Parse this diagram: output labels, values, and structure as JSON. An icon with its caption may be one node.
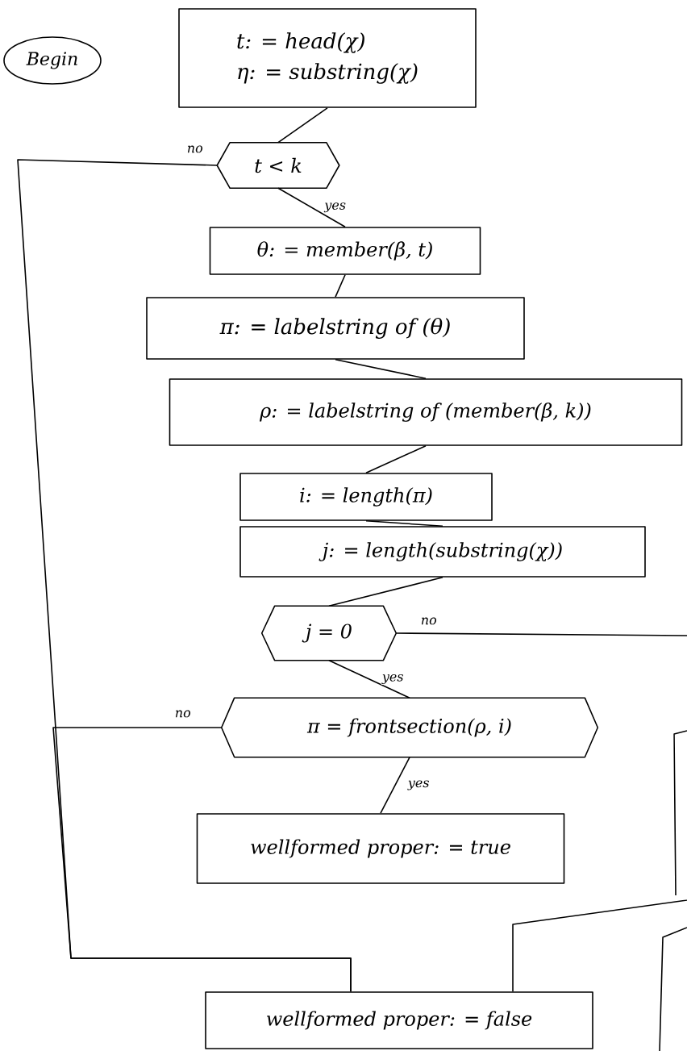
{
  "diagram": {
    "nodes": [
      {
        "text": [
          "Begin"
        ]
      },
      {
        "text": [
          "t: = head(χ)",
          "η: = substring(χ)"
        ]
      },
      {
        "text": [
          "t < k"
        ]
      },
      {
        "text": [
          "θ: = member(β, t)"
        ]
      },
      {
        "text": [
          "π: = labelstring of (θ)"
        ]
      },
      {
        "text": [
          "ρ: = labelstring of (member(β, k))"
        ]
      },
      {
        "text": [
          "i: = length(π)"
        ]
      },
      {
        "text": [
          "j: = length(substring(χ))"
        ]
      },
      {
        "text": [
          "j = 0"
        ]
      },
      {
        "text": [
          "π = frontsection(ρ, i)"
        ]
      },
      {
        "text": [
          "wellformed proper: = true"
        ]
      },
      {
        "text": [
          "wellformed proper: = false"
        ]
      }
    ],
    "edges": [
      {
        "from": 1,
        "to": 2,
        "arrow": "none"
      },
      {
        "from": 2,
        "to": 3,
        "arrow": "none",
        "label": "yes"
      },
      {
        "from": 3,
        "to": 4,
        "arrow": "none"
      },
      {
        "from": 4,
        "to": 5,
        "arrow": "none"
      },
      {
        "from": 5,
        "to": 6,
        "arrow": "none"
      },
      {
        "from": 6,
        "to": 7,
        "arrow": "none"
      },
      {
        "from": 7,
        "to": 8,
        "arrow": "none"
      },
      {
        "from": 8,
        "to": 9,
        "arrow": "none",
        "label": "yes"
      },
      {
        "from": 9,
        "to": 10,
        "arrow": "none",
        "label": "yes"
      },
      {
        "from": 2,
        "to": 11,
        "arrow": "none",
        "label": "no"
      },
      {
        "from": 9,
        "to": 11,
        "arrow": "none",
        "label": "no"
      },
      {
        "from": 8,
        "to": null,
        "arrow": "none",
        "label": "no"
      },
      {
        "from": null,
        "to": 11,
        "arrow": "none"
      }
    ]
  }
}
